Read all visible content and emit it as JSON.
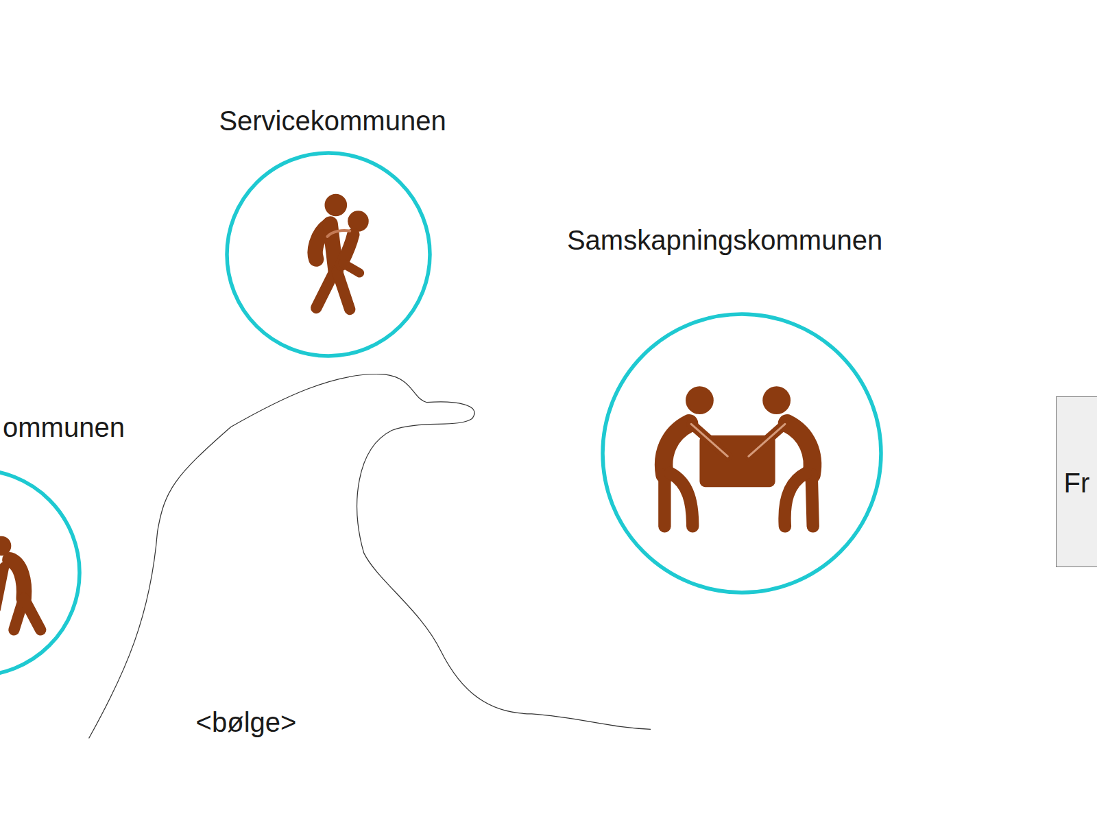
{
  "diagram": {
    "nodes": [
      {
        "text": [
          "ommunen"
        ]
      },
      {
        "text": [
          "Servicekommunen"
        ]
      },
      {
        "text": [
          "Samskapningskommunen"
        ]
      },
      {
        "text": [
          "Fr"
        ]
      }
    ],
    "labels": [
      "<bølge>"
    ]
  }
}
